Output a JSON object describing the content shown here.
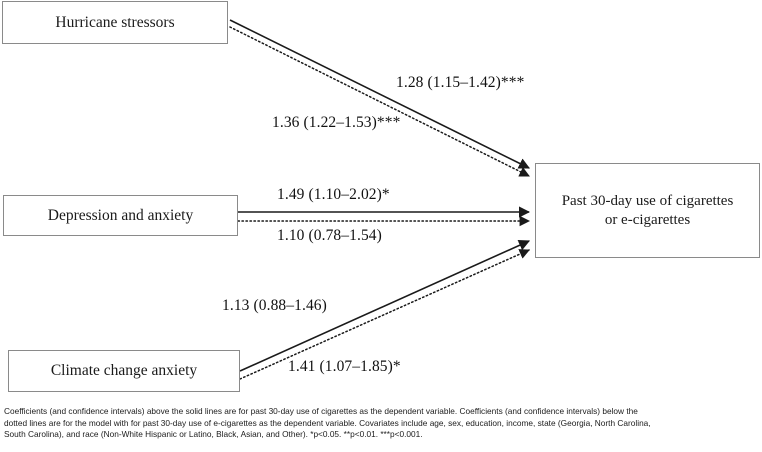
{
  "figure": {
    "type": "path-diagram",
    "nodes": [
      {
        "id": "hurricane",
        "label": "Hurricane stressors"
      },
      {
        "id": "depression",
        "label": "Depression and anxiety"
      },
      {
        "id": "climate",
        "label": "Climate change anxiety"
      },
      {
        "id": "outcome",
        "label_line1": "Past 30-day use of cigarettes",
        "label_line2": "or e-cigarettes"
      }
    ],
    "edges": [
      {
        "from": "hurricane",
        "to": "outcome",
        "style": "solid",
        "model": "past 30-day use of cigarettes",
        "estimate": 1.28,
        "ci_low": 1.15,
        "ci_high": 1.42,
        "significance": "***",
        "label": "1.28 (1.15–1.42)***"
      },
      {
        "from": "hurricane",
        "to": "outcome",
        "style": "dotted",
        "model": "past 30-day use of e-cigarettes",
        "estimate": 1.36,
        "ci_low": 1.22,
        "ci_high": 1.53,
        "significance": "***",
        "label": "1.36 (1.22–1.53)***"
      },
      {
        "from": "depression",
        "to": "outcome",
        "style": "solid",
        "model": "past 30-day use of cigarettes",
        "estimate": 1.49,
        "ci_low": 1.1,
        "ci_high": 2.02,
        "significance": "*",
        "label": "1.49 (1.10–2.02)*"
      },
      {
        "from": "depression",
        "to": "outcome",
        "style": "dotted",
        "model": "past 30-day use of e-cigarettes",
        "estimate": 1.1,
        "ci_low": 0.78,
        "ci_high": 1.54,
        "significance": "",
        "label": "1.10 (0.78–1.54)"
      },
      {
        "from": "climate",
        "to": "outcome",
        "style": "solid",
        "model": "past 30-day use of cigarettes",
        "estimate": 1.13,
        "ci_low": 0.88,
        "ci_high": 1.46,
        "significance": "",
        "label": "1.13 (0.88–1.46)"
      },
      {
        "from": "climate",
        "to": "outcome",
        "style": "dotted",
        "model": "past 30-day use of e-cigarettes",
        "estimate": 1.41,
        "ci_low": 1.07,
        "ci_high": 1.85,
        "significance": "*",
        "label": "1.41 (1.07–1.85)*"
      }
    ],
    "colors": {
      "box_border": "#8a8a8a",
      "edge": "#1a1a1a",
      "text": "#111111",
      "background": "#ffffff"
    }
  },
  "footnote": {
    "line1": "Coefficients (and confidence intervals) above the solid lines are for past 30-day use of cigarettes as the dependent variable. Coefficients (and confidence intervals) below the",
    "line2": "dotted lines are for the model with for past 30-day use of e-cigarettes as the dependent variable. Covariates include age, sex, education, income, state (Georgia, North Carolina,",
    "line3": "South Carolina), and race (Non-White Hispanic or Latino, Black, Asian, and Other). *p<0.05. **p<0.01. ***p<0.001."
  }
}
